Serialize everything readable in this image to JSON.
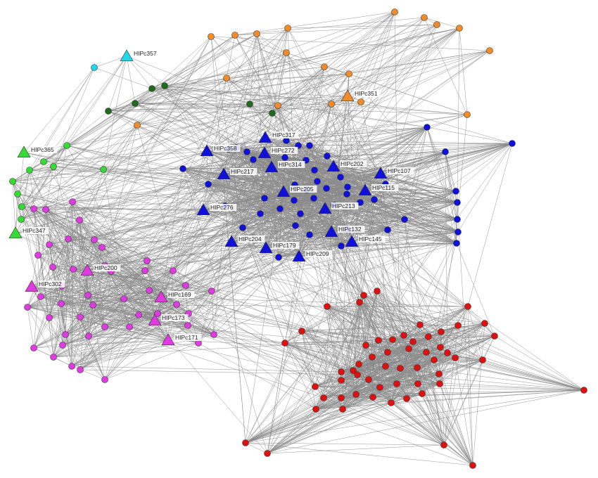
{
  "network": {
    "colors": {
      "orange": "#f28c28",
      "cyan": "#22d8e8",
      "darkgreen": "#1e6b1e",
      "green": "#33dd33",
      "magenta": "#e23ae2",
      "blue": "#1010dd",
      "red": "#e01010",
      "edge": "#8a8a8a",
      "background": "#ffffff"
    },
    "communities": [
      "orange",
      "cyan",
      "darkgreen",
      "green",
      "magenta",
      "blue",
      "red"
    ],
    "node_shapes": {
      "circle": "circle",
      "triangle": "triangle"
    },
    "labels": {
      "HIPc357": "HIPc357",
      "HIPc351": "HIPc351",
      "HIPc365": "HIPc365",
      "HIPc347": "HIPc347",
      "HIPc200": "HIPc200",
      "HIPc302": "HIPc302",
      "HIPc169": "HIPc169",
      "HIPc173": "HIPc173",
      "HIPc171": "HIPc171",
      "HIPc317": "HIPc317",
      "HIPc358": "HIPc358",
      "HIPc272": "HIPc272",
      "HIPc217": "HIPc217",
      "HIPc314": "HIPc314",
      "HIPc202": "HIPc202",
      "HIPc107": "HIPc107",
      "HIPc205": "HIPc205",
      "HIPc115": "HIPc115",
      "HIPc276": "HIPc276",
      "HIPc213": "HIPc213",
      "HIPc132": "HIPc132",
      "HIPc145": "HIPc145",
      "HIPc204": "HIPc204",
      "HIPc179": "HIPc179",
      "HIPc209": "HIPc209"
    }
  }
}
